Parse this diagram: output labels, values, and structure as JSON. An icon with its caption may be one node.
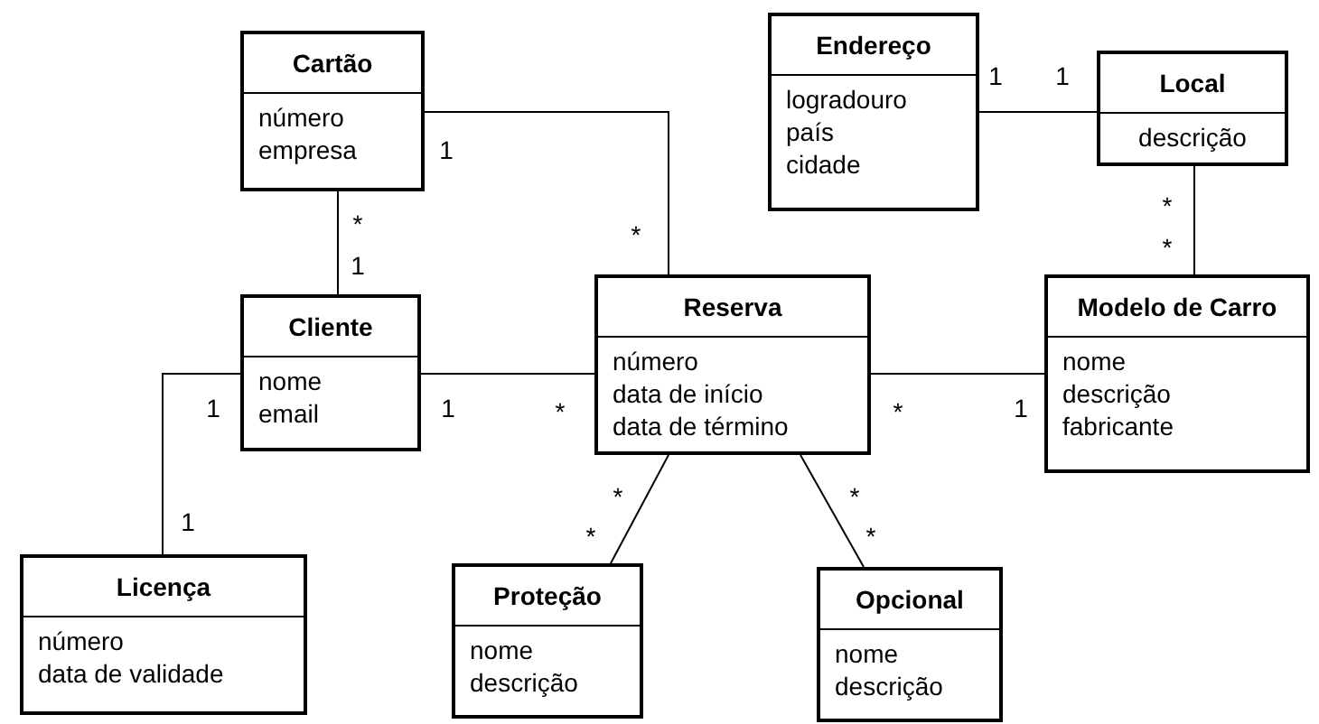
{
  "diagram": {
    "nodes": [
      {
        "text": [
          "Cartão",
          "número",
          "empresa"
        ]
      },
      {
        "text": [
          "Endereço",
          "logradouro",
          "país",
          "cidade"
        ]
      },
      {
        "text": [
          "Local",
          "descrição"
        ]
      },
      {
        "text": [
          "Cliente",
          "nome",
          "email"
        ]
      },
      {
        "text": [
          "Reserva",
          "número",
          "data de início",
          "data de término"
        ]
      },
      {
        "text": [
          "Modelo de Carro",
          "nome",
          "descrição",
          "fabricante"
        ]
      },
      {
        "text": [
          "Licença",
          "número",
          "data de validade"
        ]
      },
      {
        "text": [
          "Proteção",
          "nome",
          "descrição"
        ]
      },
      {
        "text": [
          "Opcional",
          "nome",
          "descrição"
        ]
      }
    ],
    "edges": [
      {
        "from": 0,
        "to": 4,
        "arrow": "none"
      },
      {
        "from": 0,
        "to": 3,
        "arrow": "none"
      },
      {
        "from": 1,
        "to": 2,
        "arrow": "none"
      },
      {
        "from": 2,
        "to": 5,
        "arrow": "none"
      },
      {
        "from": 3,
        "to": 4,
        "arrow": "none"
      },
      {
        "from": 4,
        "to": 5,
        "arrow": "none"
      },
      {
        "from": 3,
        "to": 6,
        "arrow": "none"
      },
      {
        "from": 4,
        "to": 7,
        "arrow": "none"
      },
      {
        "from": 4,
        "to": 8,
        "arrow": "none"
      }
    ],
    "labels": [
      "1",
      "1",
      "1",
      "*",
      "*",
      "*",
      "*",
      "1",
      "1",
      "1",
      "*",
      "*",
      "1",
      "*",
      "*",
      "1",
      "*",
      "*"
    ]
  }
}
